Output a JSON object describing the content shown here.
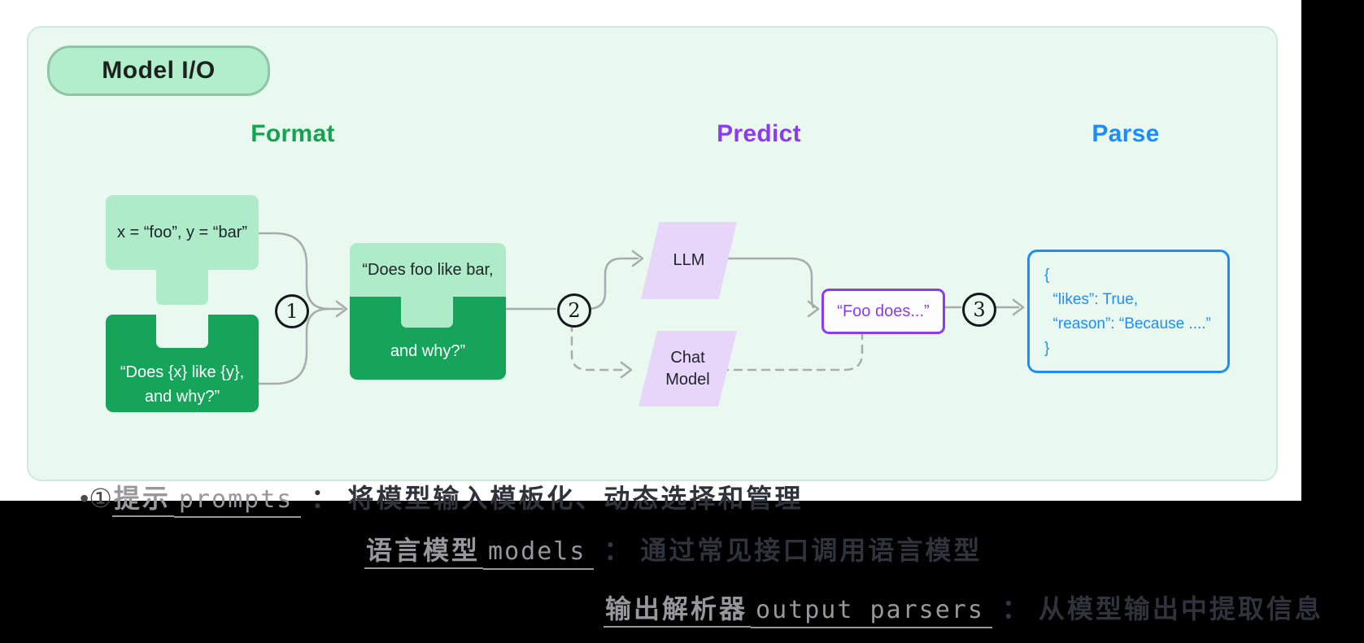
{
  "badge": {
    "label": "Model I/O"
  },
  "columns": {
    "format": {
      "label": "Format",
      "color": "#16a351"
    },
    "predict": {
      "label": "Predict",
      "color": "#8d3bf3"
    },
    "parse": {
      "label": "Parse",
      "color": "#1d8cf6"
    }
  },
  "diagram": {
    "inputs_piece": "x = “foo”, y = “bar”",
    "template_piece_line1": "“Does {x} like {y},",
    "template_piece_line2": "and why?”",
    "merged_piece_top": "“Does foo like bar,",
    "merged_piece_bottom": "and why?”",
    "step1": "1",
    "step2": "2",
    "step3": "3",
    "llm_label": "LLM",
    "chat_model_line1": "Chat",
    "chat_model_line2": "Model",
    "output_text": "“Foo does...”",
    "json_line1": "{",
    "json_line2": "  “likes”: True,",
    "json_line3": "  “reason”: “Because ....”",
    "json_line4": "}"
  },
  "notes": {
    "n1": {
      "bullet": "•",
      "number": "①",
      "keyword": "提示",
      "code": "prompts",
      "separator": "：",
      "description": "将模型输入模板化、动态选择和管理"
    },
    "n2": {
      "keyword": "语言模型",
      "code": "models",
      "separator": "：",
      "description": "通过常见接口调用语言模型"
    },
    "n3": {
      "keyword": "输出解析器",
      "code": "output parsers",
      "separator": "：",
      "description": "从模型输出中提取信息"
    }
  },
  "colors": {
    "panel_bg": "#e9f9f0",
    "pill_bg": "#b2eecb",
    "piece_light_green": "#aeecc9",
    "piece_dark_green": "#16a45a",
    "parallelogram_purple": "#e8d6fa",
    "output_border_purple": "#8b3cf0",
    "json_blue": "#1f8df8",
    "wire_gray": "#a9abad",
    "background_black": "#000000"
  }
}
